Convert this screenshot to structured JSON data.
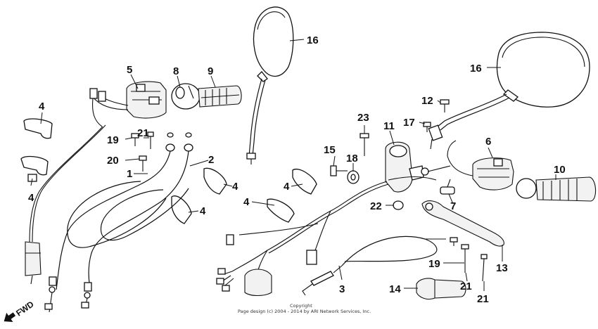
{
  "diagram": {
    "callouts": [
      {
        "key": "c16a",
        "number": "16"
      },
      {
        "key": "c16b",
        "number": "16"
      },
      {
        "key": "c5",
        "number": "5"
      },
      {
        "key": "c8",
        "number": "8"
      },
      {
        "key": "c9",
        "number": "9"
      },
      {
        "key": "c4a",
        "number": "4"
      },
      {
        "key": "c4b",
        "number": "4"
      },
      {
        "key": "c19a",
        "number": "19"
      },
      {
        "key": "c21a",
        "number": "21"
      },
      {
        "key": "c20",
        "number": "20"
      },
      {
        "key": "c1",
        "number": "1"
      },
      {
        "key": "c2",
        "number": "2"
      },
      {
        "key": "c4c",
        "number": "4"
      },
      {
        "key": "c4d",
        "number": "4"
      },
      {
        "key": "c4e",
        "number": "4"
      },
      {
        "key": "c4f",
        "number": "4"
      },
      {
        "key": "c12",
        "number": "12"
      },
      {
        "key": "c17",
        "number": "17"
      },
      {
        "key": "c23",
        "number": "23"
      },
      {
        "key": "c11",
        "number": "11"
      },
      {
        "key": "c15",
        "number": "15"
      },
      {
        "key": "c18",
        "number": "18"
      },
      {
        "key": "c6",
        "number": "6"
      },
      {
        "key": "c10",
        "number": "10"
      },
      {
        "key": "c22",
        "number": "22"
      },
      {
        "key": "c7",
        "number": "7"
      },
      {
        "key": "c19b",
        "number": "19"
      },
      {
        "key": "c13",
        "number": "13"
      },
      {
        "key": "c3",
        "number": "3"
      },
      {
        "key": "c14",
        "number": "14"
      },
      {
        "key": "c21b",
        "number": "21"
      },
      {
        "key": "c21c",
        "number": "21"
      }
    ],
    "fwd_label": "FWD",
    "copyright_line1": "Copyright",
    "copyright_line2": "Page design (c) 2004 - 2014 by ARI Network Services, Inc."
  }
}
